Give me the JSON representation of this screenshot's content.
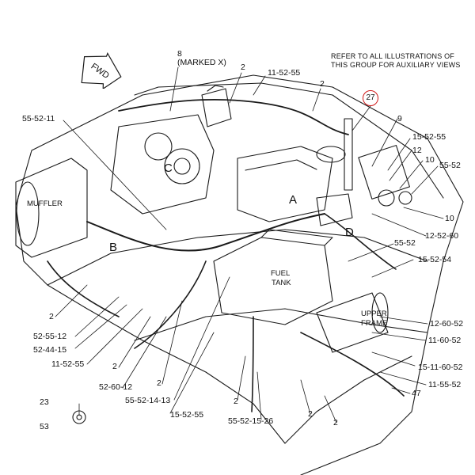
{
  "diagram": {
    "note_line1": "REFER TO ALL ILLUSTRATIONS OF",
    "note_line2": "THIS GROUP FOR AUXILIARY VIEWS",
    "fwd": "FWD",
    "zones": {
      "a": "A",
      "b": "B",
      "c": "C",
      "d": "D"
    },
    "labels": {
      "muffler": "MUFFLER",
      "fuel_tank_1": "FUEL",
      "fuel_tank_2": "TANK",
      "upper_frame_1": "UPPER",
      "upper_frame_2": "FRAME"
    },
    "highlight_color": "#d01818",
    "highlighted_callout": "27",
    "callouts": {
      "c8": "8",
      "c8_note": "(MARKED X)",
      "c2_top": "2",
      "c11_52_55_top": "11-52-55",
      "c2_top_right": "2",
      "c55_52_11": "55-52-11",
      "c9": "9",
      "c15_52_55": "15-52-55",
      "c12": "12",
      "c10_top": "10",
      "c55_52_right": "55-52",
      "c10_mid": "10",
      "c12_52_60": "12-52-60",
      "c55_52_mid": "55-52",
      "c15_52_54": "15-52-54",
      "c12_60_52": "12-60-52",
      "c11_60_52": "11-60-52",
      "c15_11_60_52": "15-11-60-52",
      "c11_55_52": "11-55-52",
      "c47": "47",
      "c2_left": "2",
      "c52_55_12": "52-55-12",
      "c52_44_15": "52-44-15",
      "c11_52_55_left": "11-52-55",
      "c2_bottom_left": "2",
      "c52_60_12": "52-60-12",
      "c2_bottom_mid": "2",
      "c55_52_14_13": "55-52-14-13",
      "c15_52_55_bottom": "15-52-55",
      "c2_bottom_center": "2",
      "c55_52_15_26": "55-52-15-26",
      "c2_bottom_a": "2",
      "c2_bottom_b": "2",
      "c23": "23",
      "c53": "53"
    }
  }
}
